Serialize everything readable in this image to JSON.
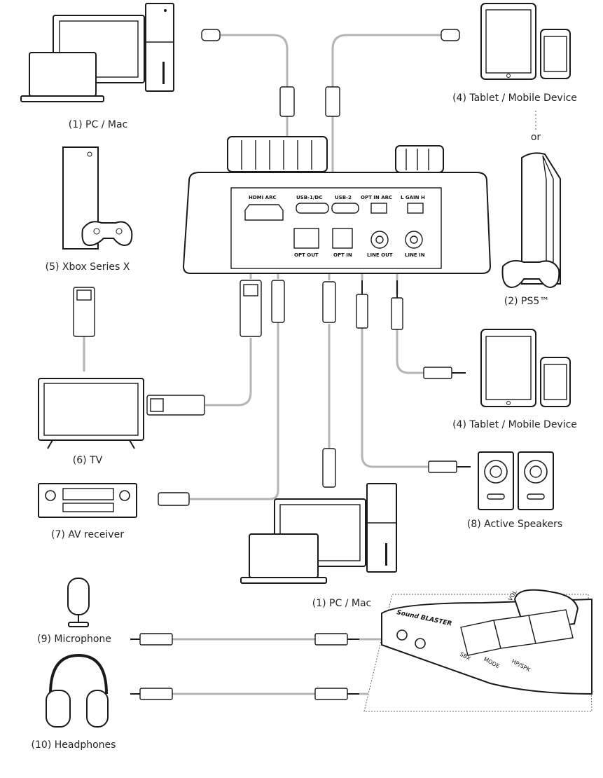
{
  "devices": {
    "pc_mac_top": "(1) PC / Mac",
    "tablet_top": "(4) Tablet / Mobile Device",
    "or_text": "or",
    "xbox": "(5) Xbox Series X",
    "ps5": "(2) PS5™",
    "tablet_mid": "(4) Tablet / Mobile Device",
    "tv": "(6) TV",
    "av_receiver": "(7) AV receiver",
    "active_speakers": "(8) Active Speakers",
    "pc_mac_bottom": "(1) PC / Mac",
    "microphone": "(9) Microphone",
    "headphones": "(10) Headphones"
  },
  "ports": {
    "hdmi_arc": "HDMI ARC",
    "usb1": "USB-1/DC",
    "usb2": "USB-2",
    "opt_in_arc": "OPT IN    ARC",
    "gain": "L  GAIN  H",
    "opt_out": "OPT OUT",
    "opt_in": "OPT IN",
    "line_out": "LINE OUT",
    "line_in": "LINE IN"
  },
  "front_panel": {
    "brand": "Sound BLASTER",
    "btn_sbx": "SBX",
    "btn_mode": "MODE",
    "btn_hpspk": "HP/SPK",
    "vol": "VOL"
  }
}
